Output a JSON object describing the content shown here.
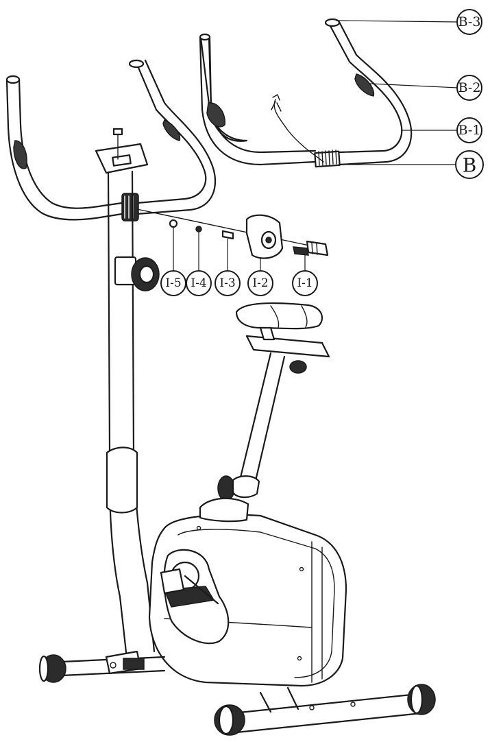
{
  "callouts": {
    "b3": "B-3",
    "b2": "B-2",
    "b1": "B-1",
    "b": "B",
    "i5": "I-5",
    "i4": "I-4",
    "i3": "I-3",
    "i2": "I-2",
    "i1": "I-1"
  },
  "icons": [
    "exercise-bike-icon",
    "handlebar-icon",
    "seat-icon",
    "pedal-icon",
    "knob-icon"
  ],
  "colors": {
    "line": "#1a1a1a",
    "background": "#ffffff"
  }
}
